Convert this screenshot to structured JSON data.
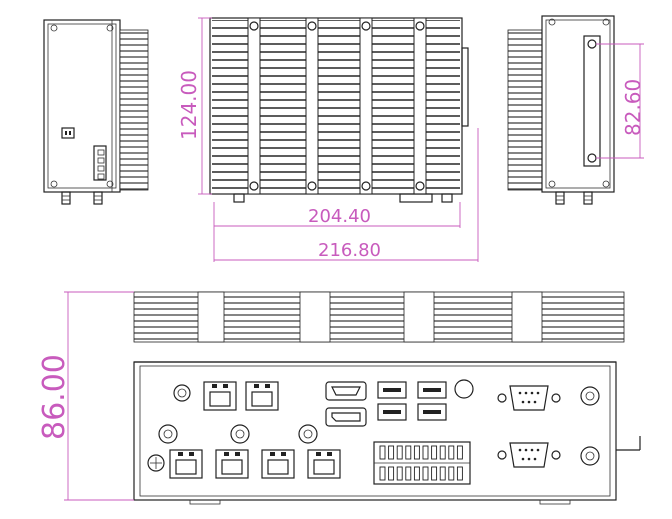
{
  "dimensions": {
    "height_top": "124.00",
    "mount_spacing": "82.60",
    "inner_width": "204.40",
    "outer_width": "216.80",
    "front_height": "86.00"
  },
  "colors": {
    "dimension_line": "#c85bbd",
    "outline": "#222222",
    "background": "#ffffff"
  }
}
